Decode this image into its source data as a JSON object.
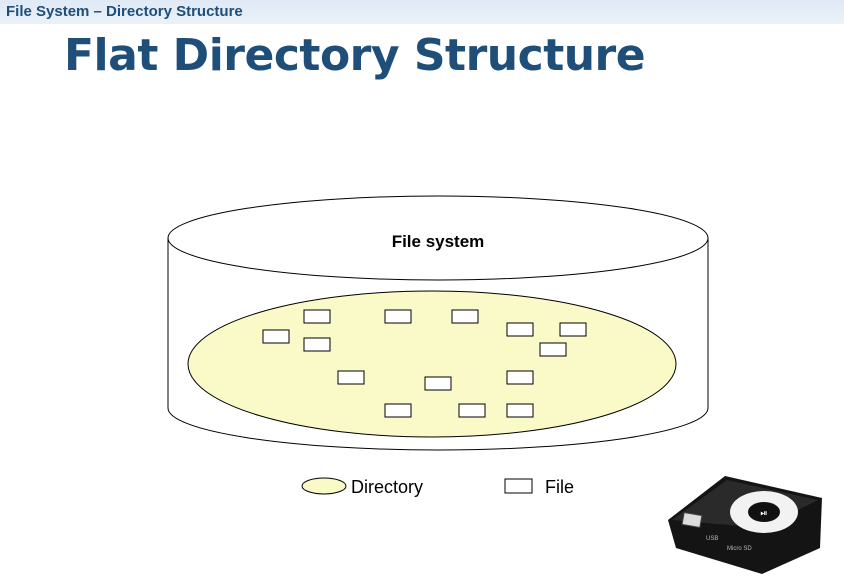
{
  "header": {
    "text": "File System – Directory Structure"
  },
  "slide": {
    "title": "Flat Directory Structure"
  },
  "diagram": {
    "container_label": "File system",
    "directory_color": "#fafac8",
    "legend": {
      "directory_label": "Directory",
      "file_label": "File"
    }
  },
  "image": {
    "icon": "mp3-player-icon",
    "text_usb": "USB",
    "text_micro_sd": "Micro SD"
  }
}
